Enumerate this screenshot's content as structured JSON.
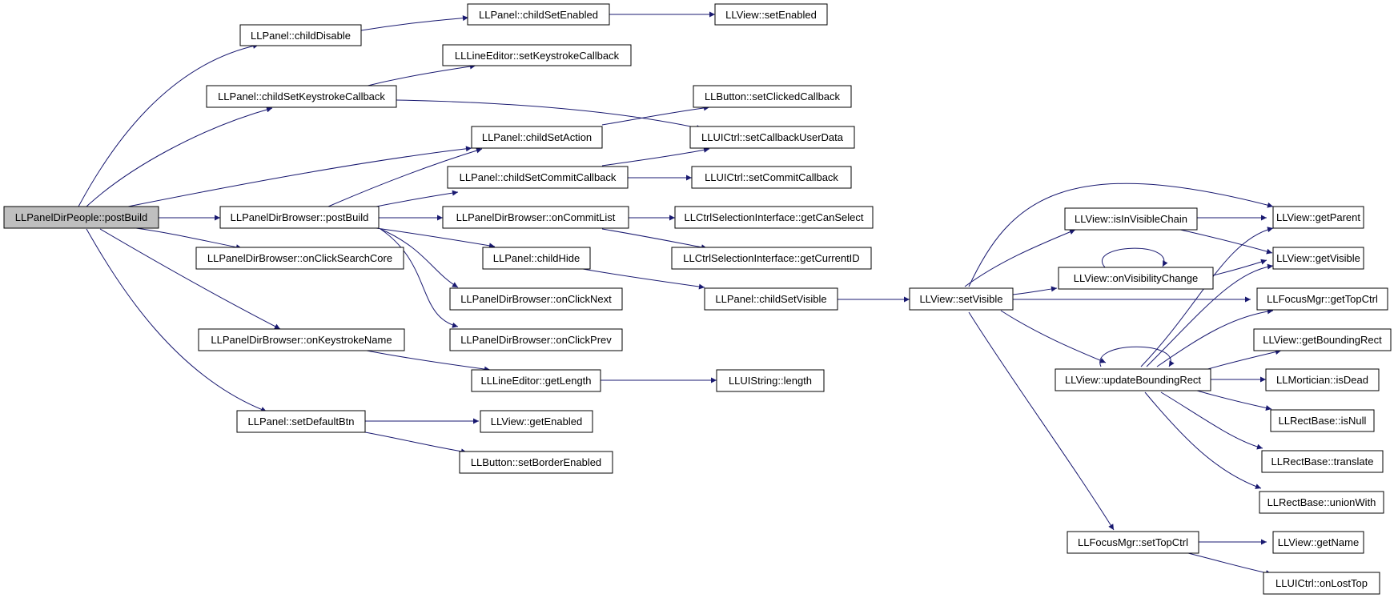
{
  "colors": {
    "edge": "#191970",
    "node_border": "#000000",
    "root_fill": "#bfbfbf",
    "node_fill": "#ffffff"
  },
  "nodes": {
    "root": "LLPanelDirPeople::postBuild",
    "childDisable": "LLPanel::childDisable",
    "childSetEnabled": "LLPanel::childSetEnabled",
    "setEnabled": "LLView::setEnabled",
    "setKeystrokeCallback": "LLLineEditor::setKeystrokeCallback",
    "childSetKeystrokeCallback": "LLPanel::childSetKeystrokeCallback",
    "setClickedCallback": "LLButton::setClickedCallback",
    "childSetAction": "LLPanel::childSetAction",
    "setCallbackUserData": "LLUICtrl::setCallbackUserData",
    "childSetCommitCallback": "LLPanel::childSetCommitCallback",
    "setCommitCallback": "LLUICtrl::setCommitCallback",
    "browserPostBuild": "LLPanelDirBrowser::postBuild",
    "onCommitList": "LLPanelDirBrowser::onCommitList",
    "getCanSelect": "LLCtrlSelectionInterface::getCanSelect",
    "onClickSearchCore": "LLPanelDirBrowser::onClickSearchCore",
    "childHide": "LLPanel::childHide",
    "getCurrentID": "LLCtrlSelectionInterface::getCurrentID",
    "onClickNext": "LLPanelDirBrowser::onClickNext",
    "childSetVisible": "LLPanel::childSetVisible",
    "setVisible": "LLView::setVisible",
    "onClickPrev": "LLPanelDirBrowser::onClickPrev",
    "onKeystrokeName": "LLPanelDirBrowser::onKeystrokeName",
    "getLength": "LLLineEditor::getLength",
    "length": "LLUIString::length",
    "setDefaultBtn": "LLPanel::setDefaultBtn",
    "getEnabled": "LLView::getEnabled",
    "setBorderEnabled": "LLButton::setBorderEnabled",
    "isInVisibleChain": "LLView::isInVisibleChain",
    "onVisibilityChange": "LLView::onVisibilityChange",
    "updateBoundingRect": "LLView::updateBoundingRect",
    "fmSetTopCtrl": "LLFocusMgr::setTopCtrl",
    "getParent": "LLView::getParent",
    "getVisible": "LLView::getVisible",
    "getTopCtrl": "LLFocusMgr::getTopCtrl",
    "getBoundingRect": "LLView::getBoundingRect",
    "isDead": "LLMortician::isDead",
    "isNull": "LLRectBase::isNull",
    "translate": "LLRectBase::translate",
    "unionWith": "LLRectBase::unionWith",
    "getName": "LLView::getName",
    "onLostTop": "LLUICtrl::onLostTop"
  }
}
